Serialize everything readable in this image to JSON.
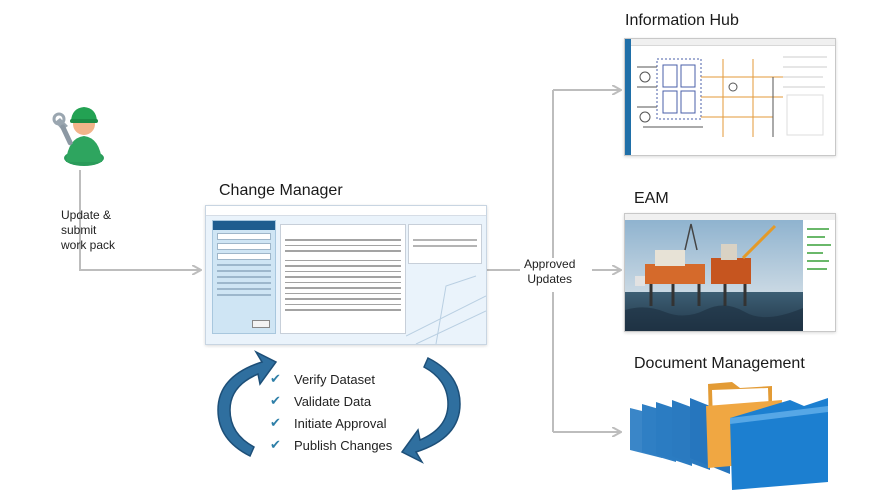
{
  "titles": {
    "information_hub": "Information Hub",
    "change_manager": "Change Manager",
    "eam": "EAM",
    "document_management": "Document Management"
  },
  "flow_labels": {
    "update_submit": "Update &\nsubmit\nwork pack",
    "approved_updates": "Approved\nUpdates"
  },
  "checklist": [
    "Verify Dataset",
    "Validate Data",
    "Initiate Approval",
    "Publish Changes"
  ],
  "colors": {
    "arrow_gray": "#bdbdbd",
    "cycle_blue": "#2f6f9f",
    "check_blue": "#2e7fa8",
    "folder_blue": "#1c7fd0",
    "folder_orange": "#e08a1e"
  },
  "icons": {
    "worker": "maintenance-worker-icon",
    "check": "check-icon",
    "cycle": "cycle-arrows-icon"
  }
}
